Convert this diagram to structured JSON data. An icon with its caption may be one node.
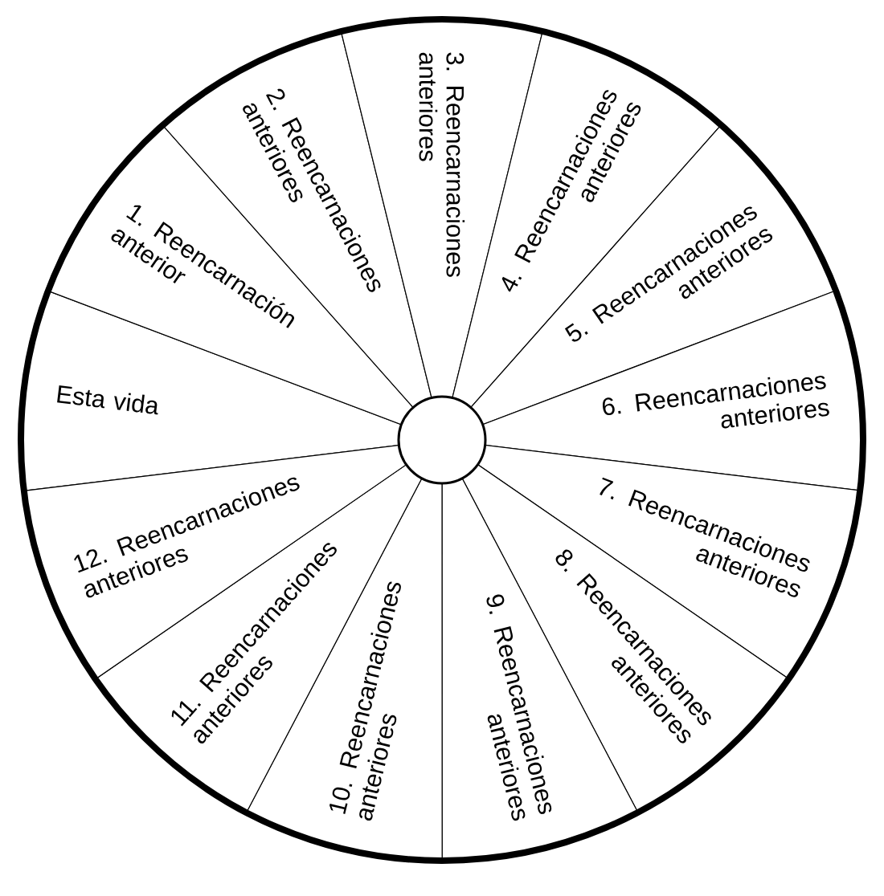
{
  "diagram": {
    "nodes": [
      {
        "text": [
          "Esta vida"
        ]
      },
      {
        "text": [
          "1. Reencarnación anterior"
        ]
      },
      {
        "text": [
          "2. Reencarnaciones anteriores"
        ]
      },
      {
        "text": [
          "3. Reencarnaciones anteriores"
        ]
      },
      {
        "text": [
          "4. Reencarnaciones anteriores"
        ]
      },
      {
        "text": [
          "5. Reencarnaciones anteriores"
        ]
      },
      {
        "text": [
          "6. Reencarnaciones anteriores"
        ]
      },
      {
        "text": [
          "7. Reencarnaciones anteriores"
        ]
      },
      {
        "text": [
          "8. Reencarnaciones anteriores"
        ]
      },
      {
        "text": [
          "9. Reencarnaciones anteriores"
        ]
      },
      {
        "text": [
          "10. Reencarnaciones anteriores"
        ]
      },
      {
        "text": [
          "11. Reencarnaciones anteriores"
        ]
      },
      {
        "text": [
          "12. Reencarnaciones anteriores"
        ]
      },
      {
        "text": [],
        "shape": "circle"
      }
    ]
  }
}
